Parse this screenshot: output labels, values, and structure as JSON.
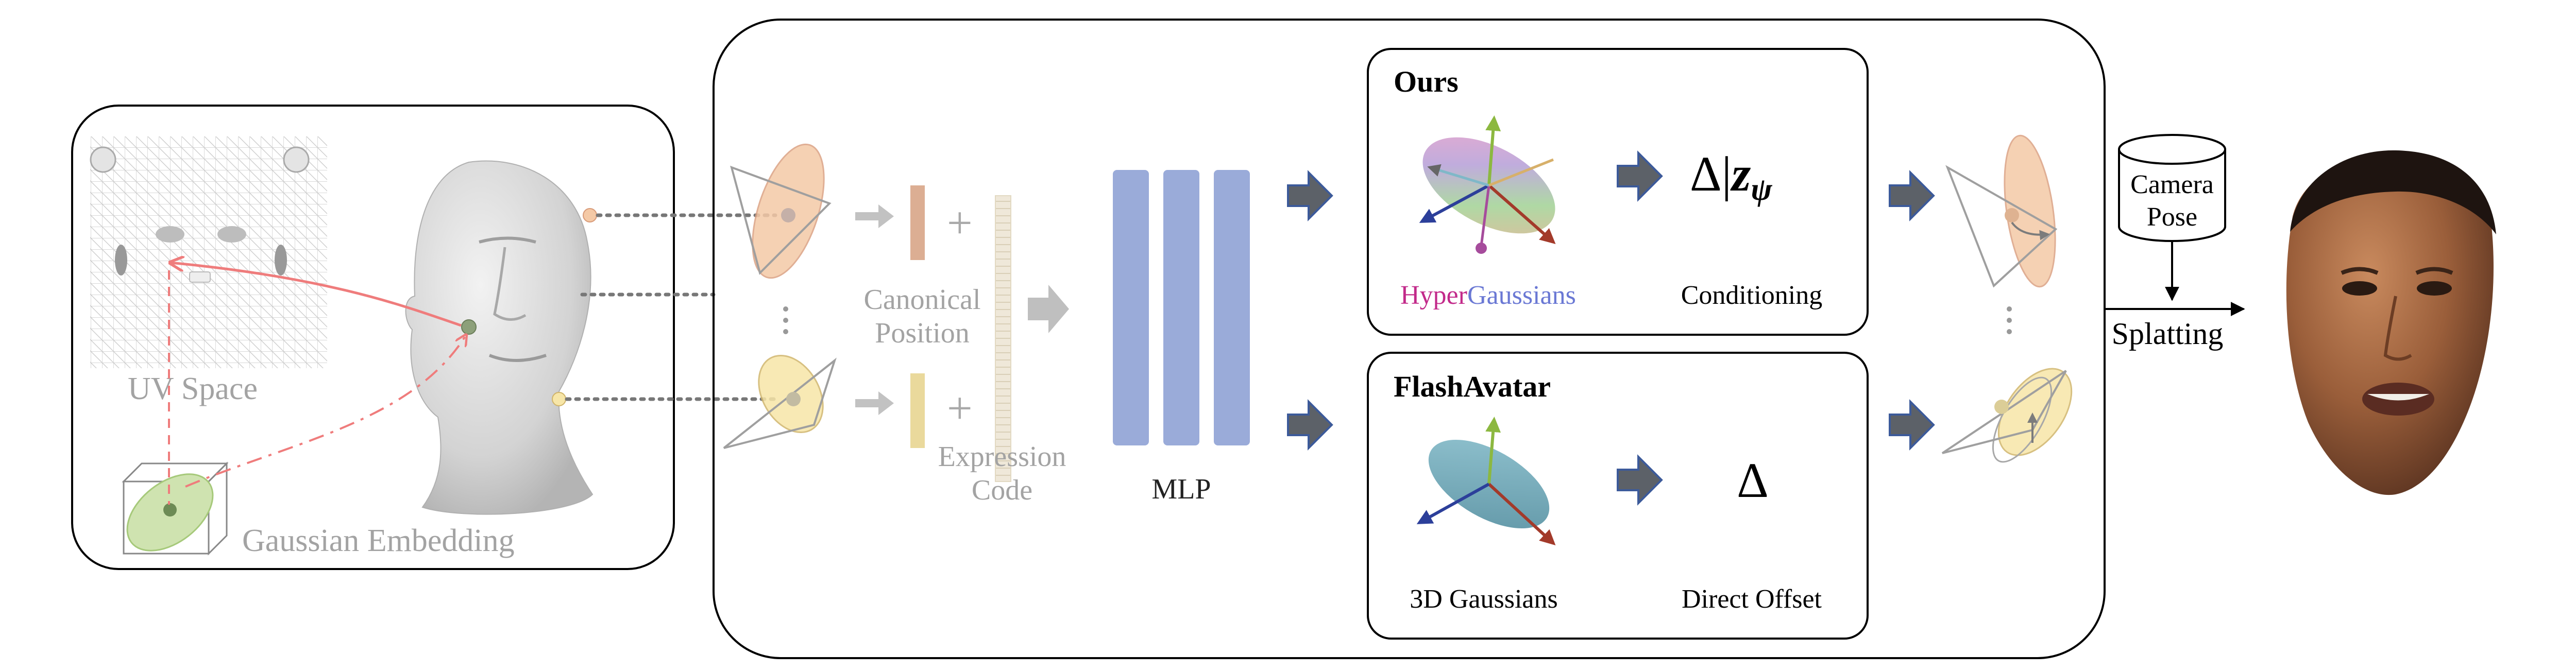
{
  "left_panel": {
    "uv_space_label": "UV Space",
    "gaussian_embedding_label": "Gaussian Embedding"
  },
  "inputs": {
    "canonical_position_line1": "Canonical",
    "canonical_position_line2": "Position",
    "expression_code_line1": "Expression",
    "expression_code_line2": "Code",
    "plus_symbol": "+"
  },
  "mlp": {
    "label": "MLP"
  },
  "ours": {
    "title": "Ours",
    "formula_delta": "Δ|",
    "formula_z": "z",
    "formula_psi": "ψ",
    "hyper_part1": "Hyper",
    "hyper_part2": "Gaussians",
    "conditioning_label": "Conditioning"
  },
  "flashavatar": {
    "title": "FlashAvatar",
    "formula_delta": "Δ",
    "gaussians_label": "3D Gaussians",
    "offset_label": "Direct Offset"
  },
  "camera": {
    "label_line1": "Camera",
    "label_line2": "Pose"
  },
  "splatting_label": "Splatting",
  "colors": {
    "arrow_dark": "#5c6168",
    "arrow_border": "#3c5a9a",
    "mlp_blue": "#9aabd9",
    "pink_connection": "#ef7c7c",
    "orange_gaussian": "#f4c9a6",
    "yellow_gaussian": "#f7e6a8",
    "green_gaussian": "#cfe3b0",
    "flash_gaussian": "#6aa2b3"
  }
}
